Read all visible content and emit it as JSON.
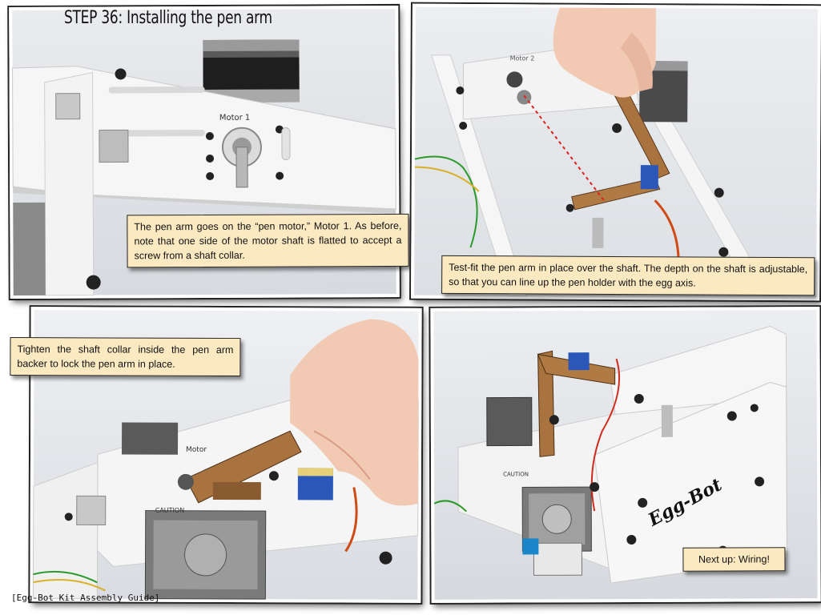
{
  "page": {
    "title": "STEP 36: Installing the pen arm",
    "footer": "[Egg-Bot Kit Assembly Guide]"
  },
  "panels": [
    {
      "caption": "The pen arm goes on the “pen motor,” Motor 1. As before, note that one side of the motor shaft is flatted to accept a screw from a shaft collar.",
      "plate_label": "Motor 1"
    },
    {
      "caption": "Test-fit the pen arm in place over the shaft. The depth on the shaft is adjustable, so that you can line up the pen holder with the egg axis.",
      "plate_label": "Motor 2"
    },
    {
      "caption": "Tighten the shaft collar inside the pen arm backer to lock the pen arm in place.",
      "plate_label": "Motor",
      "caution_label": "CAUTION"
    },
    {
      "caption": "Next up: Wiring!",
      "brand_label": "Egg-Bot",
      "caution_label": "CAUTION"
    }
  ],
  "colors": {
    "callout_fill": "#fbe9c2",
    "panel_border": "#222222",
    "guide_line": "#e0201c",
    "plate": "#f4f4f4",
    "wood": "#a9733f"
  }
}
